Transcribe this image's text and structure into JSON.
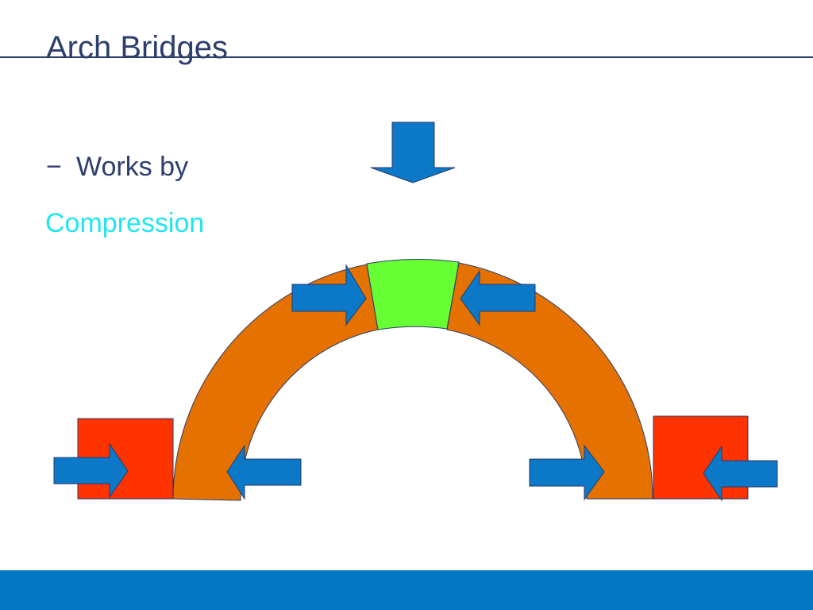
{
  "slide": {
    "title": "Arch Bridges",
    "bullet_marker": "−",
    "bullet_text": "Works by",
    "keyword": "Compression"
  },
  "colors": {
    "title_text": "#2d3e6d",
    "title_rule": "#2d3e6d",
    "bullet_text": "#2d3e6d",
    "keyword_text": "#1ee6f0",
    "arch": "#e57200",
    "keystone": "#66ff33",
    "abutment": "#ff3300",
    "arrow": "#0b78c8",
    "outline": "#2a3a66",
    "footer_band": "#0477c4"
  },
  "icons": {
    "load_arrow": "down-arrow-icon",
    "keystone_arrows": [
      "right-arrow-icon",
      "left-arrow-icon"
    ],
    "left_base_arrows": [
      "right-arrow-icon",
      "left-arrow-icon"
    ],
    "right_base_arrows": [
      "right-arrow-icon",
      "left-arrow-icon"
    ]
  }
}
